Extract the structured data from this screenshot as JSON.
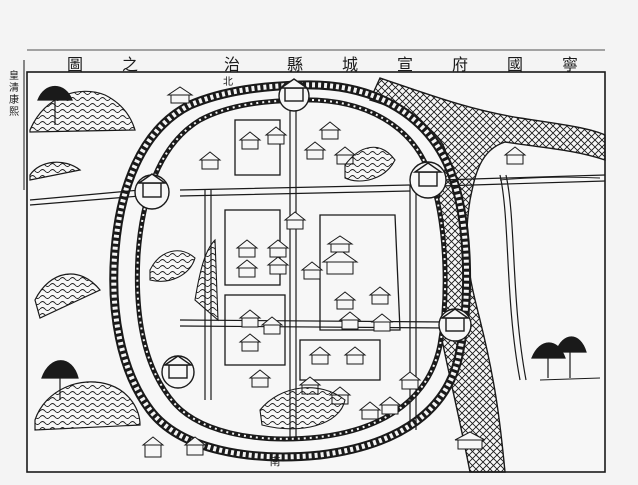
{
  "map": {
    "title_chars": [
      "寧",
      "國",
      "府",
      "宣",
      "城",
      "縣",
      "治",
      "之",
      "圖"
    ],
    "direction_north": "北",
    "direction_south": "南",
    "side_caption": "皇清康熙"
  },
  "colors": {
    "ink": "#1a1a1a",
    "paper": "#f4f4f4"
  }
}
